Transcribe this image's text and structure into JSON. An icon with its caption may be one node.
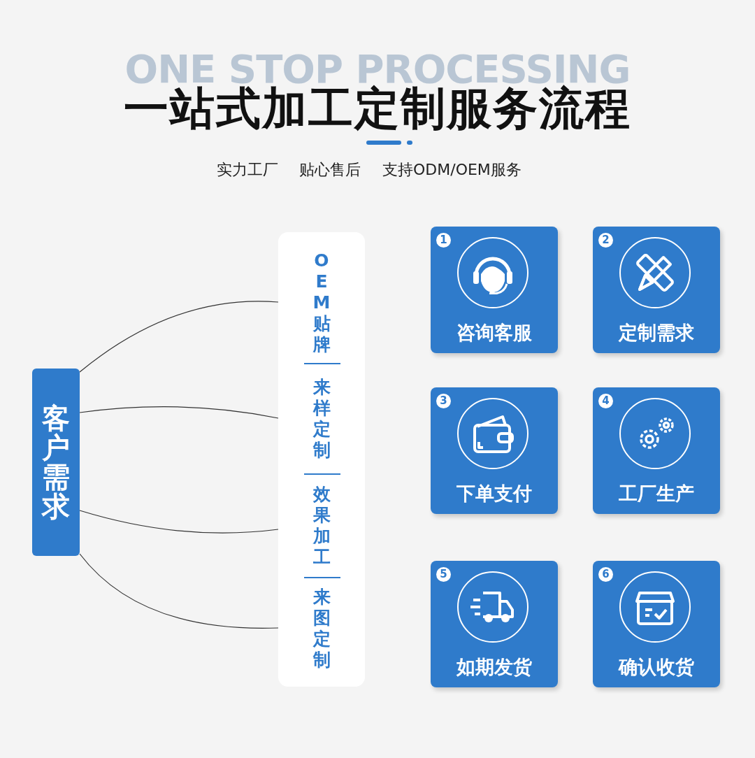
{
  "diagram": {
    "title": "一站式加工定制服务流程",
    "nodes": [
      {
        "text": [
          "客户需求"
        ]
      },
      {
        "text": [],
        "shape": "box"
      },
      {
        "text": [
          "OEM贴牌"
        ],
        "in": 1
      },
      {
        "text": [
          "来样定制"
        ],
        "in": 1
      },
      {
        "text": [
          "效果加工"
        ],
        "in": 1
      },
      {
        "text": [
          "来图定制"
        ],
        "in": 1
      },
      {
        "text": [
          "1",
          "咨询客服"
        ]
      },
      {
        "text": [
          "2",
          "定制需求"
        ]
      },
      {
        "text": [
          "3",
          "下单支付"
        ]
      },
      {
        "text": [
          "4",
          "工厂生产"
        ]
      },
      {
        "text": [
          "5",
          "如期发货"
        ]
      },
      {
        "text": [
          "6",
          "确认收货"
        ]
      }
    ],
    "edges": [
      {
        "from": 0,
        "to": 2,
        "arrow": "none"
      },
      {
        "from": 0,
        "to": 3,
        "arrow": "none"
      },
      {
        "from": 0,
        "to": 4,
        "arrow": "none"
      },
      {
        "from": 0,
        "to": 5,
        "arrow": "none"
      }
    ],
    "labels": [
      "ONE STOP PROCESSING",
      "实力工厂",
      "贴心售后",
      "支持ODM/OEM服务"
    ]
  }
}
